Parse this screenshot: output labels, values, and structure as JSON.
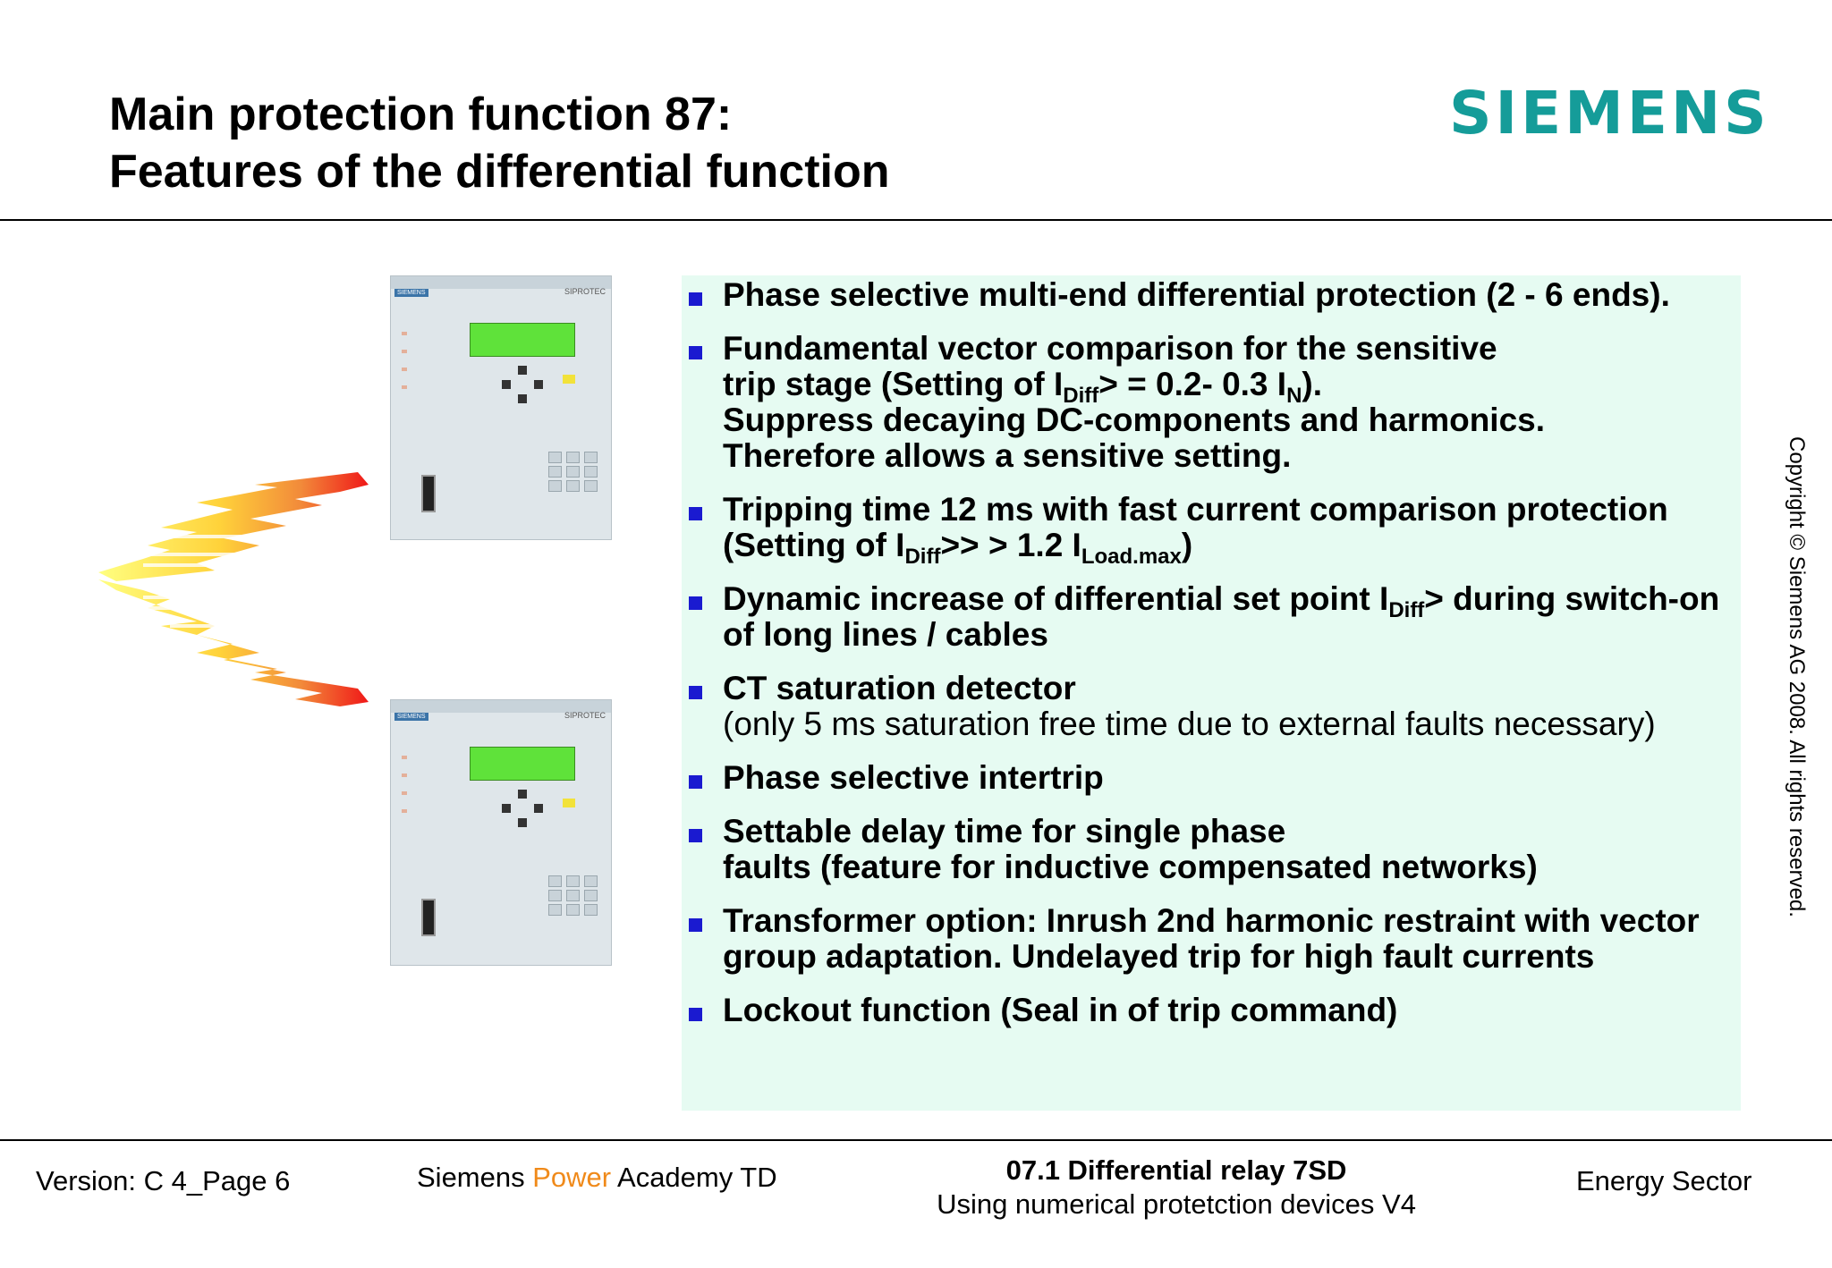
{
  "header": {
    "title_line1": "Main protection function 87:",
    "title_line2": "Features of the differential function",
    "logo": "SIEMENS"
  },
  "device": {
    "brand": "SIEMENS",
    "model": "SIPROTEC"
  },
  "bullets": [
    {
      "a": "Phase selective multi-end differential protection  (2 - 6 ends)."
    },
    {
      "a": "Fundamental vector comparison for the sensitive",
      "b": "trip stage (Setting of I",
      "b_sub": "Diff",
      "c": "> =  0.2- 0.3 I",
      "c_sub": "N",
      "d": ").",
      "e": "Suppress decaying DC-components and harmonics.",
      "f": "Therefore allows a sensitive setting."
    },
    {
      "a": "Tripping time 12 ms with fast current comparison protection",
      "b": "(Setting of I",
      "b_sub": "Diff",
      "c": ">>    > 1.2 I",
      "c_sub": "Load.max",
      "d": ")"
    },
    {
      "a": "Dynamic increase of differential set point I",
      "a_sub": "Diff",
      "b": ">  during  switch-on",
      "c": "of long lines / cables"
    },
    {
      "a": "CT saturation detector",
      "b": "(only 5 ms saturation free time due to external faults necessary)"
    },
    {
      "a": "Phase selective intertrip"
    },
    {
      "a": "Settable delay time for single phase",
      "b": "faults (feature for inductive compensated networks)"
    },
    {
      "a": "Transformer option:  Inrush 2nd harmonic restraint with vector",
      "b": "group adaptation. Undelayed trip for high fault currents"
    },
    {
      "a": "Lockout function (Seal in of trip command)"
    }
  ],
  "copyright": "Copyright © Siemens AG 2008. All rights reserved.",
  "footer": {
    "version": "Version: C 4_Page 6",
    "academy_pre": "Siemens ",
    "academy_orange": "Power",
    "academy_post": " Academy TD",
    "course_title": "07.1 Differential relay 7SD",
    "course_sub": "Using numerical protetction devices V4",
    "sector": "Energy Sector"
  },
  "colors": {
    "logo": "#159c99",
    "bullet": "#1a1ad0",
    "panel": "#e6fbf2",
    "academy_accent": "#f08a1a"
  }
}
